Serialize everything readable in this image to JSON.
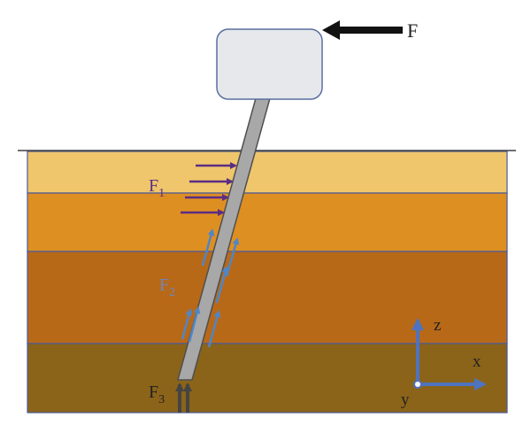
{
  "colors": {
    "background": "#ffffff",
    "layer_1": "#efc66b",
    "layer_2": "#de8f22",
    "layer_3": "#b86918",
    "layer_4": "#8b6419",
    "layer_border": "#4a5a9a",
    "ground_line": "#404040",
    "pile_fill": "#a8a8a8",
    "pile_stroke": "#4f4f4f",
    "cap_fill": "#e6e8ec",
    "cap_stroke": "#5a6fa0",
    "force_F": "#111111",
    "force_F1": "#5b2d85",
    "force_F2": "#4f86c6",
    "force_F3": "#444444",
    "axis": "#4e73c0",
    "label_dark": "#222222",
    "label_F1": "#5b2d85",
    "label_F2": "#6f86bd"
  },
  "labels": {
    "F": "F",
    "F1_main": "F",
    "F1_sub": "1",
    "F2_main": "F",
    "F2_sub": "2",
    "F3_main": "F",
    "F3_sub": "3",
    "axis_x": "x",
    "axis_y": "y",
    "axis_z": "z"
  }
}
